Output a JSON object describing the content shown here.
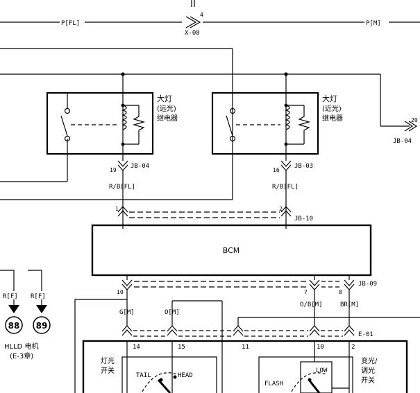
{
  "top": {
    "conn_left": "P[FL]",
    "conn_right": "P[M]",
    "x08_pin": "4",
    "x08": "X-08"
  },
  "relay_high": {
    "label_line1": "大灯",
    "label_line2": "(远光)",
    "label_line3": "继电器",
    "pin": "19",
    "jb": "JB-04",
    "wire": "R/B[FL]"
  },
  "relay_low": {
    "label_line1": "大灯",
    "label_line2": "(近光)",
    "label_line3": "继电器",
    "pin": "16",
    "jb": "JB-03",
    "wire": "R/B[FL]"
  },
  "right_conn": {
    "pin": "20",
    "jb": "JB-04"
  },
  "jb10": {
    "pin_left": "1",
    "pin_right": "2",
    "jb": "JB-10"
  },
  "bcm": {
    "label": "BCM"
  },
  "jb09": {
    "pin_10": "10",
    "pin_7": "7",
    "pin_8": "8",
    "jb": "JB-09"
  },
  "wires": {
    "g": "G[M]",
    "o": "O[M]",
    "ob": "O/B[M]",
    "br": "BR[M]"
  },
  "e01": {
    "pin_14": "14",
    "pin_15": "15",
    "pin_11": "11",
    "pin_10": "10",
    "pin_2": "2",
    "label": "E-01"
  },
  "left_loads": {
    "wire_1": "R[F]",
    "wire_2": "R[F]",
    "node_1": "88",
    "node_2": "89",
    "caption_1": "HLLD 电机",
    "caption_2": "(E-3章)"
  },
  "light_switch": {
    "label_1": "灯光",
    "label_2": "开关",
    "tail": "TAIL",
    "head": "HEAD"
  },
  "dimmer_switch": {
    "label_1": "变光/",
    "label_2": "调光",
    "label_3": "开关",
    "low": "LOW",
    "flash": "FLASH"
  }
}
